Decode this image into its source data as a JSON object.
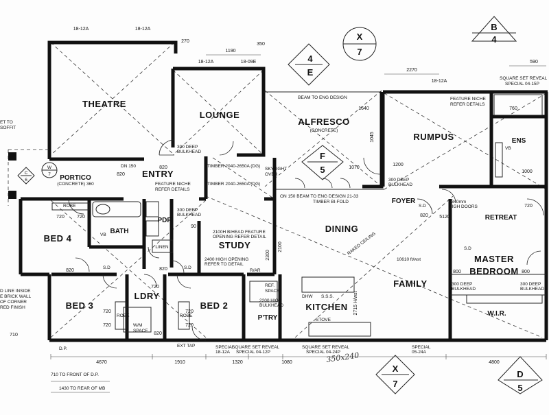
{
  "rooms": {
    "theatre": "THEATRE",
    "lounge": "LOUNGE",
    "alfresco": "ALFRESCO",
    "alfresco_sub": "(CONCRETE)",
    "rumpus": "RUMPUS",
    "ens": "ENS",
    "portico": "PORTICO",
    "portico_sub": "(CONCRETE) 360",
    "entry": "ENTRY",
    "foyer": "FOYER",
    "retreat": "RETREAT",
    "bed4": "BED 4",
    "bath": "BATH",
    "pdr": "PDR",
    "linen": "LINEN",
    "study": "STUDY",
    "dining": "DINING",
    "family": "FAMILY",
    "master": "MASTER",
    "bedroom": "BEDROOM",
    "bed3": "BED 3",
    "ldry": "LDRY",
    "bed2": "BED 2",
    "ptry": "P'TRY",
    "kitchen": "KITCHEN",
    "wir": "W.I.R."
  },
  "tags": {
    "x7_top": {
      "top": "X",
      "bottom": "7"
    },
    "b4": {
      "top": "B",
      "bottom": "4"
    },
    "e4": {
      "top": "4",
      "bottom": "E"
    },
    "f5": {
      "top": "F",
      "bottom": "5"
    },
    "x7_bottom": {
      "top": "X",
      "bottom": "7"
    },
    "d5": {
      "top": "D",
      "bottom": "5"
    },
    "c6": {
      "top": "C",
      "bottom": "6"
    },
    "w7": {
      "top": "W",
      "bottom": "7"
    }
  },
  "notes": {
    "beam_design": "BEAM TO ENG DESIGN",
    "beam_design_2133": "ON 150 BEAM TO ENG DESIGN 21-33",
    "timber_bifold": "TIMBER BI-FOLD",
    "feature_niche_right": "FEATURE NICHE",
    "refer_details_right": "REFER DETAILS",
    "feature_niche_entry": "FEATURE NICHE",
    "refer_details_entry": "REFER DETAILS",
    "square_set_reveal_top": "SQUARE SET REVEAL",
    "special_top": "SPECIAL 04-15P",
    "deep_bulkhead_lounge_1": "300 DEEP",
    "deep_bulkhead_lounge_2": "BULKHEAD",
    "deep_bulkhead_alf_1": "300 DEEP",
    "deep_bulkhead_alf_2": "BULKHEAD",
    "deep_bulkhead_pdr_1": "300 DEEP",
    "deep_bulkhead_pdr_2": "BULKHEAD",
    "deep_bulkhead_mb_1": "300 DEEP",
    "deep_bulkhead_mb_2": "BULKHEAD",
    "deep_bulkhead_mb_3": "300 DEEP",
    "deep_bulkhead_mb_4": "BULKHEAD",
    "timber_2040_a": "TIMBER 2040-2650A (DG)",
    "timber_2040_b": "TIMBER 2040-2650A (DG)",
    "skylight": "SKYLIGHT",
    "skylight_over": "OVER",
    "dn150": "DN 150",
    "dn150_b": "ON 150",
    "high_doors": "2340mm",
    "high_doors_2": "HIGH DOORS",
    "feature_opening_1": "2100H B/HEAD FEATURE",
    "feature_opening_2": "OPENING REFER DETAIL",
    "study_opening_1": "2400 HIGH OPENING",
    "study_opening_2": "REFER TO DETAIL",
    "raked_ceiling": "RAKED CEILING",
    "area": "10610 ft/wst",
    "ref_space_1": "REF.",
    "ref_space_2": "SPACE",
    "ptry_bulkhead_1": "2200 HIGH",
    "ptry_bulkhead_2": "BULKHEAD",
    "stove": "STOVE",
    "dhw": "DHW",
    "sss": "S.S.S.",
    "wm_space_1": "W/M",
    "wm_space_2": "SPACE",
    "robe": "ROBE",
    "robe_b4": "ROBE",
    "robe_b2": "ROBE",
    "vb": "VB",
    "vb_ens": "VB",
    "sd": "S.D",
    "sd2": "S.D",
    "sd3": "S.D",
    "sd4": "S.D",
    "rar": "R/AR",
    "bottom_square_set_1": "SQUARE SET REVEAL",
    "bottom_square_set_1b": "SPECIAL 04-12P",
    "bottom_square_set_2": "SQUARE SET REVEAL",
    "bottom_square_set_2b": "SPECIAL 04-24P",
    "special_right_1": "SPECIAL",
    "special_right_2": "05-24A",
    "special_left_1": "SPECIAL",
    "special_left_2": "18-12A",
    "ext_tap": "EXT TAP",
    "dp": "D.P.",
    "to_front": "710 TO FRONT OF D.P.",
    "to_rear": "1430 TO REAR OF MB",
    "soffit_1": "ET TO",
    "soffit_2": "SOFFIT",
    "left_note_1": "D LINE INSIDE",
    "left_note_2": "E BRICK WALL",
    "left_note_3": "OF CORNER",
    "left_note_4": "RED FINISH",
    "handwritten": "350x240"
  },
  "dims": {
    "d18_12a_1": "18-12A",
    "d18_12a_2": "18-12A",
    "d18_12a_3": "18-12A",
    "d18_12a_4": "18-12A",
    "d18_09e": "18-09E",
    "d1190": "1190",
    "d350": "350",
    "d2270": "2270",
    "d590": "590",
    "d2270b": "270",
    "d1070": "1070",
    "d1200": "1200",
    "d1000": "1000",
    "d1640": "1640",
    "d820a": "820",
    "d820b": "820",
    "d820c": "820",
    "d820d": "820",
    "d820e": "820",
    "d820f": "820",
    "d720a": "720",
    "d720b": "720",
    "d720c": "720",
    "d720d": "720",
    "d720e": "720",
    "d720f": "720",
    "d720g": "720",
    "d720h": "720",
    "d800a": "800",
    "d800b": "800",
    "d90": "90",
    "d2300": "2300",
    "d2100": "2100",
    "d2715": "2715 H/wst",
    "d4670": "4670",
    "d1910": "1910",
    "d1320": "1320",
    "d1080": "1080",
    "d4800": "4800",
    "d710": "710",
    "d5120": "5120",
    "d760": "760",
    "d1045": "1045"
  }
}
